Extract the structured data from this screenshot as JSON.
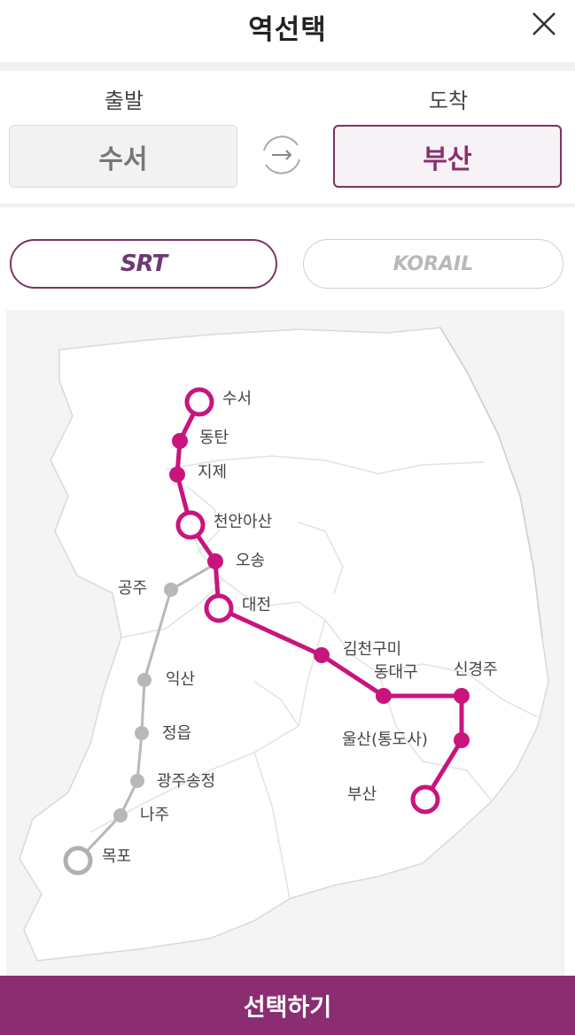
{
  "header": {
    "title": "역선택"
  },
  "stations": {
    "departure_label": "출발",
    "arrival_label": "도착",
    "departure": "수서",
    "arrival": "부산"
  },
  "operators": {
    "srt": "SRT",
    "korail": "KORAIL"
  },
  "map": {
    "srt_line": [
      {
        "name": "수서",
        "major": true
      },
      {
        "name": "동탄",
        "major": false
      },
      {
        "name": "지제",
        "major": false
      },
      {
        "name": "천안아산",
        "major": true
      },
      {
        "name": "오송",
        "major": false
      },
      {
        "name": "대전",
        "major": true
      },
      {
        "name": "김천구미",
        "major": false
      },
      {
        "name": "동대구",
        "major": false
      },
      {
        "name": "신경주",
        "major": false
      },
      {
        "name": "울산(통도사)",
        "major": false
      },
      {
        "name": "부산",
        "major": true
      }
    ],
    "honam_line": [
      {
        "name": "공주",
        "major": false
      },
      {
        "name": "익산",
        "major": false
      },
      {
        "name": "정읍",
        "major": false
      },
      {
        "name": "광주송정",
        "major": false
      },
      {
        "name": "나주",
        "major": false
      },
      {
        "name": "목포",
        "major": true
      }
    ]
  },
  "colors": {
    "accent": "#8b2e71",
    "srt_line": "#c8157e",
    "honam_line": "#b0b0b0"
  },
  "footer": {
    "select_label": "선택하기"
  }
}
